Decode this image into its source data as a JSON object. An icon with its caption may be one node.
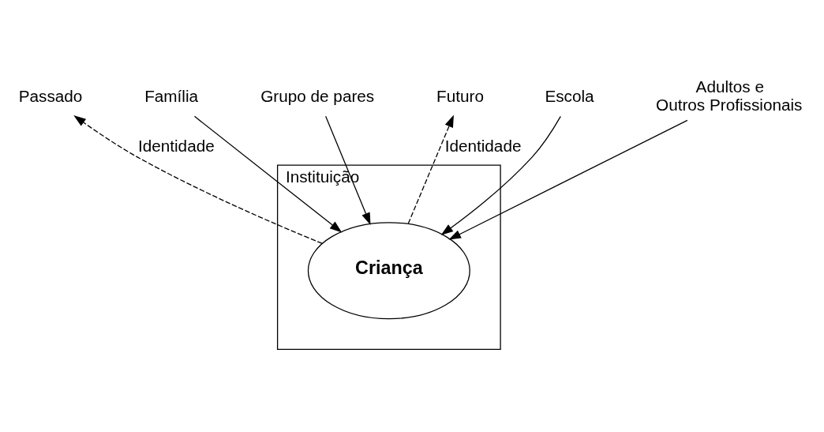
{
  "diagram": {
    "nodes": [
      {
        "text": [
          "Passado"
        ]
      },
      {
        "text": [
          "Família"
        ]
      },
      {
        "text": [
          "Grupo de pares"
        ]
      },
      {
        "text": [
          "Instituição"
        ]
      },
      {
        "text": [
          "Criança"
        ],
        "in": 3
      },
      {
        "text": [
          "Escola"
        ]
      },
      {
        "text": [
          "Adultos e Outros Profissionais"
        ]
      },
      {
        "text": [
          "Futuro"
        ]
      }
    ],
    "edges": [
      {
        "from": 1,
        "to": 4,
        "arrow": "to"
      },
      {
        "from": 2,
        "to": 4,
        "arrow": "to"
      },
      {
        "from": 5,
        "to": 4,
        "arrow": "to"
      },
      {
        "from": 6,
        "to": 4,
        "arrow": "to"
      },
      {
        "from": 4,
        "to": 0,
        "arrow": "to",
        "style": "dashed",
        "label": "Identidade"
      },
      {
        "from": 4,
        "to": 7,
        "arrow": "to",
        "style": "dashed",
        "label": "Identidade"
      }
    ]
  }
}
